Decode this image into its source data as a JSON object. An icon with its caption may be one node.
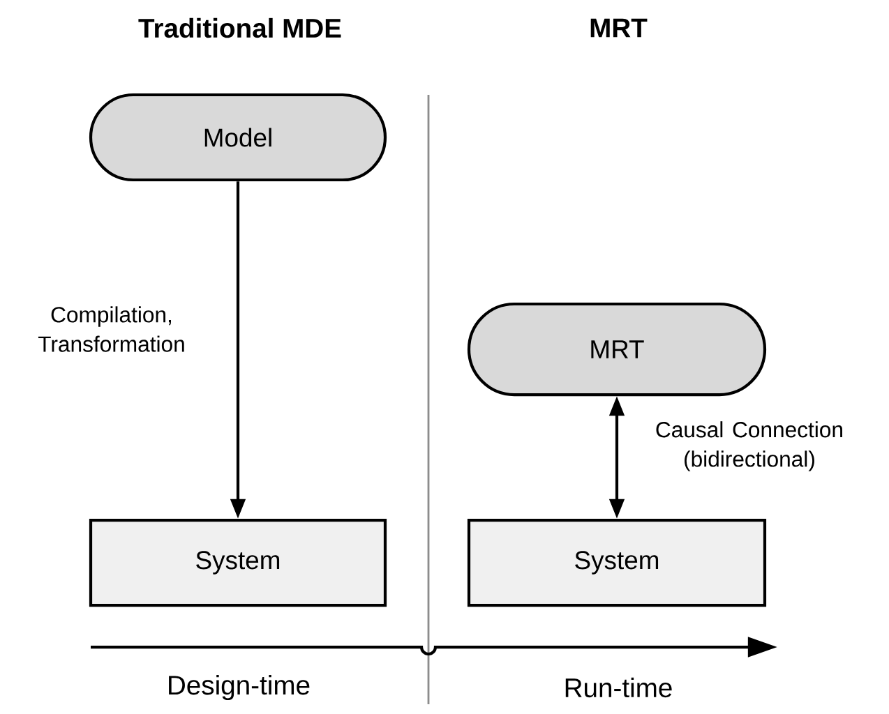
{
  "diagram": {
    "nodes": [
      {
        "text": [
          "Model"
        ]
      },
      {
        "text": [
          "MRT"
        ]
      },
      {
        "text": [
          "System"
        ]
      },
      {
        "text": [
          "System"
        ]
      }
    ],
    "edges": [
      {
        "from": 0,
        "to": 2,
        "arrow": "to",
        "label": "Compilation, Transformation"
      },
      {
        "from": 1,
        "to": 3,
        "arrow": "both",
        "label": "Causal Connection (bidirectional)"
      }
    ],
    "labels": [
      "Traditional MDE",
      "MRT",
      "Design-time",
      "Run-time"
    ]
  }
}
